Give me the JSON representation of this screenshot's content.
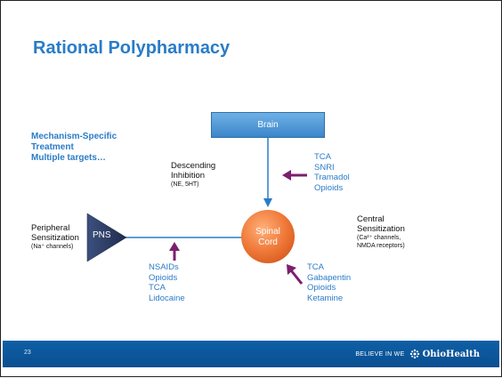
{
  "slide": {
    "title": "Rational Polypharmacy",
    "number": "23"
  },
  "mechanism": {
    "lines": [
      "Mechanism-Specific",
      "Treatment",
      "Multiple targets…"
    ]
  },
  "diagram": {
    "brain": "Brain",
    "pns": "PNS",
    "spinal_cord": [
      "Spinal",
      "Cord"
    ],
    "descending": {
      "lines": [
        "Descending",
        "Inhibition"
      ],
      "sub": "(NE, 5HT)"
    },
    "peripheral": {
      "lines": [
        "Peripheral",
        "Sensitization"
      ],
      "sub": "(Na⁺ channels)"
    },
    "central": {
      "lines": [
        "Central",
        "Sensitization"
      ],
      "sub": [
        "(Ca²⁺ channels,",
        "NMDA receptors)"
      ]
    },
    "drugs_descending": [
      "TCA",
      "SNRI",
      "Tramadol",
      "Opioids"
    ],
    "drugs_peripheral": [
      "NSAIDs",
      "Opioids",
      "TCA",
      "Lidocaine"
    ],
    "drugs_central": [
      "TCA",
      "Gabapentin",
      "Opioids",
      "Ketamine"
    ],
    "colors": {
      "accent": "#2a7cc7",
      "arrow": "#7b1f6e",
      "cord": "#f07a3a",
      "pns": "#2d3e66",
      "footer": "#0b559b"
    }
  },
  "footer": {
    "tagline": "BELIEVE IN WE",
    "brand": "OhioHealth",
    "logo_icon": "ohiohealth-logo-icon"
  }
}
